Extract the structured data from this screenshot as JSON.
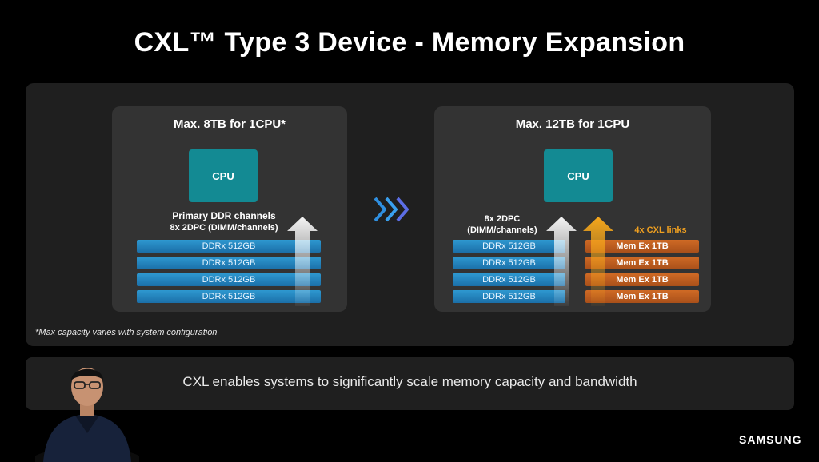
{
  "slide": {
    "title": "CXL™ Type 3 Device - Memory Expansion",
    "footnote": "*Max capacity varies with system configuration",
    "bottom_text": "CXL enables systems to significantly scale memory capacity and bandwidth",
    "logo": "SAMSUNG"
  },
  "left": {
    "title": "Max. 8TB for 1CPU*",
    "cpu": "CPU",
    "channel_line1": "Primary DDR channels",
    "channel_line2": "8x 2DPC (DIMM/channels)",
    "ddr": [
      "DDRx 512GB",
      "DDRx 512GB",
      "DDRx 512GB",
      "DDRx 512GB"
    ]
  },
  "right": {
    "title": "Max. 12TB for 1CPU",
    "cpu": "CPU",
    "channel_line1": "8x 2DPC",
    "channel_line2": "(DIMM/channels)",
    "cxl_label": "4x CXL links",
    "ddr": [
      "DDRx 512GB",
      "DDRx 512GB",
      "DDRx 512GB",
      "DDRx 512GB"
    ],
    "memex": [
      "Mem Ex 1TB",
      "Mem Ex 1TB",
      "Mem Ex 1TB",
      "Mem Ex 1TB"
    ]
  },
  "colors": {
    "cpu": "#138a93",
    "ddr": "#2e98d0",
    "memex": "#cf6a25",
    "cxl_label": "#f0a020",
    "chevron": "#2f8fe0"
  },
  "icons": {
    "transition": "chevron-right-icon",
    "arrow_up": "arrow-up-icon",
    "presenter": "presenter-video-icon"
  }
}
